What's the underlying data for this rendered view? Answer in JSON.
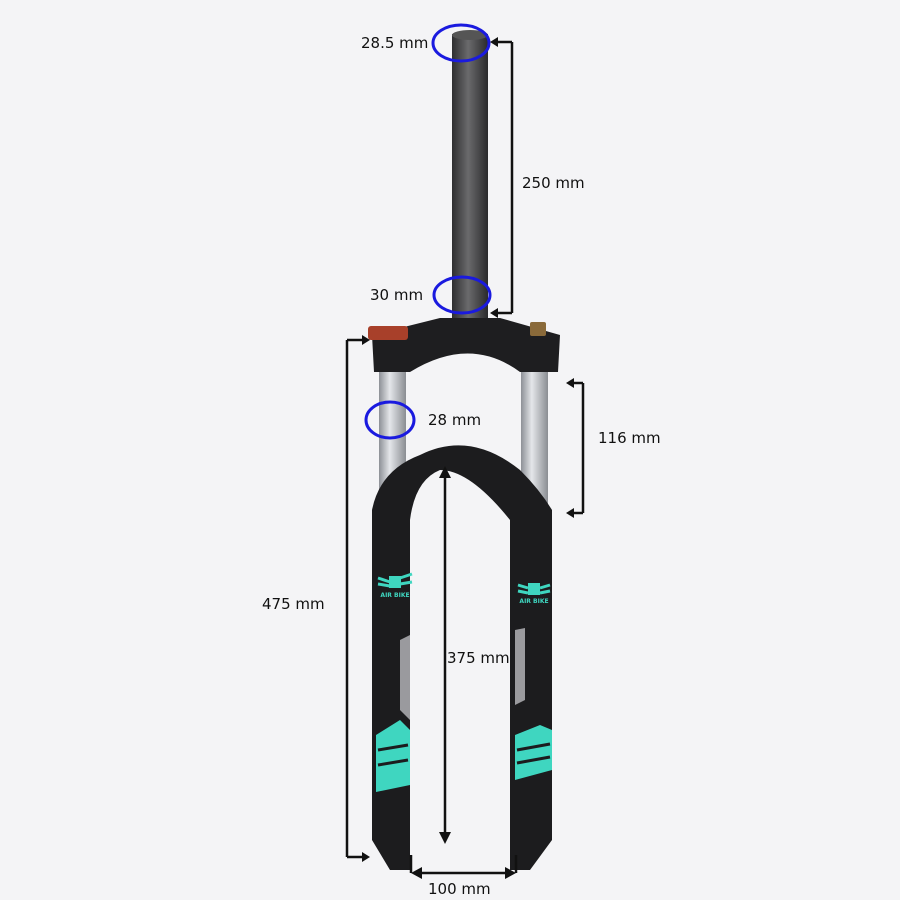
{
  "product": {
    "brand_logo": "AIR BIKE",
    "colors": {
      "body": "#1c1c1e",
      "accent": "#3fd6c0",
      "stanchion": "#b9bcc2",
      "steerer": "#3d3d3f",
      "annotation_circle": "#1a1adf"
    }
  },
  "dimensions": {
    "steerer_top_diameter": "28.5 mm",
    "steerer_length": "250 mm",
    "steerer_base_diameter": "30 mm",
    "stanchion_diameter": "28 mm",
    "stanchion_exposed": "116 mm",
    "total_length": "475 mm",
    "arch_to_axle": "375 mm",
    "axle_width": "100 mm"
  }
}
